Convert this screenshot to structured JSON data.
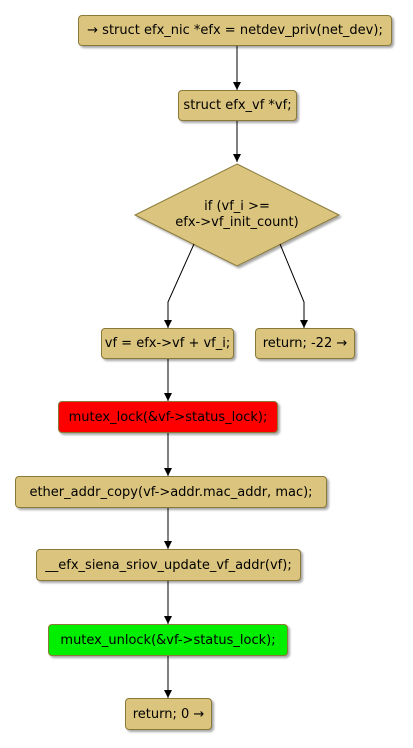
{
  "nodes": {
    "entry": "→ struct efx_nic *efx = netdev_priv(net_dev);",
    "decl_vf": "struct efx_vf *vf;",
    "cond_line1": "if (vf_i >=",
    "cond_line2": "efx->vf_init_count)",
    "assign_vf": "vf = efx->vf + vf_i;",
    "return_err": "return; -22 →",
    "mutex_lock": "mutex_lock(&vf->status_lock);",
    "addr_copy": "ether_addr_copy(vf->addr.mac_addr, mac);",
    "update_addr": "__efx_siena_sriov_update_vf_addr(vf);",
    "mutex_unlock": "mutex_unlock(&vf->status_lock);",
    "return_ok": "return; 0 →"
  },
  "colors": {
    "node_fill": "#dbc47d",
    "lock_fill": "#ff0000",
    "unlock_fill": "#00ee00",
    "edge": "#000000"
  }
}
